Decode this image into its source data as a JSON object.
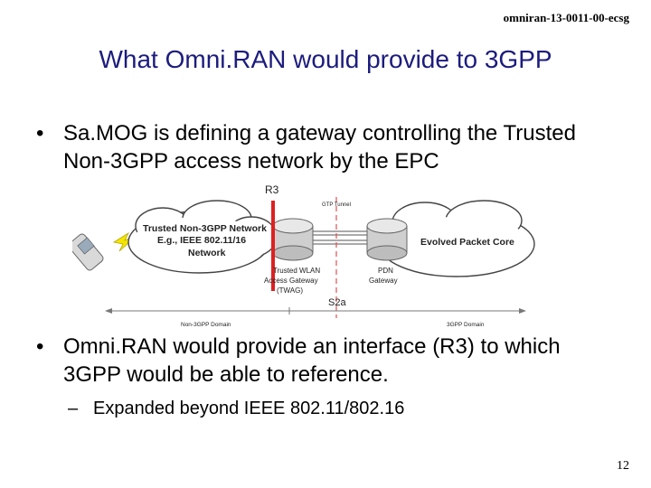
{
  "header": {
    "doc_id": "omniran-13-0011-00-ecsg"
  },
  "title": "What Omni.RAN would provide to 3GPP",
  "bullets": [
    {
      "marker": "•",
      "text": "Sa.MOG is defining a gateway controlling the Trusted Non-3GPP access network by the EPC"
    },
    {
      "marker": "•",
      "text": "Omni.RAN would provide an interface (R3) to which 3GPP would be able to reference."
    }
  ],
  "sub_bullet": {
    "marker": "–",
    "text": "Expanded beyond IEEE 802.11/802.16"
  },
  "diagram": {
    "r3_label": "R3",
    "network_line1": "Trusted Non-3GPP Network",
    "network_line2": "E.g., IEEE 802.11/16",
    "network_line3": "Network",
    "gtp_tunnel": "GTP Tunnel",
    "epc_label": "Evolved Packet Core",
    "twag_line1": "Trusted WLAN",
    "twag_line2": "Access Gateway",
    "twag_line3": "(TWAG)",
    "pdn_line1": "PDN",
    "pdn_line2": "Gateway",
    "s2a_label": "S2a",
    "non3gpp_domain": "Non-3GPP Domain",
    "gpp_domain": "3GPP Domain",
    "colors": {
      "r3_line": "#e02020",
      "divider": "#e05050"
    }
  },
  "page_number": "12"
}
